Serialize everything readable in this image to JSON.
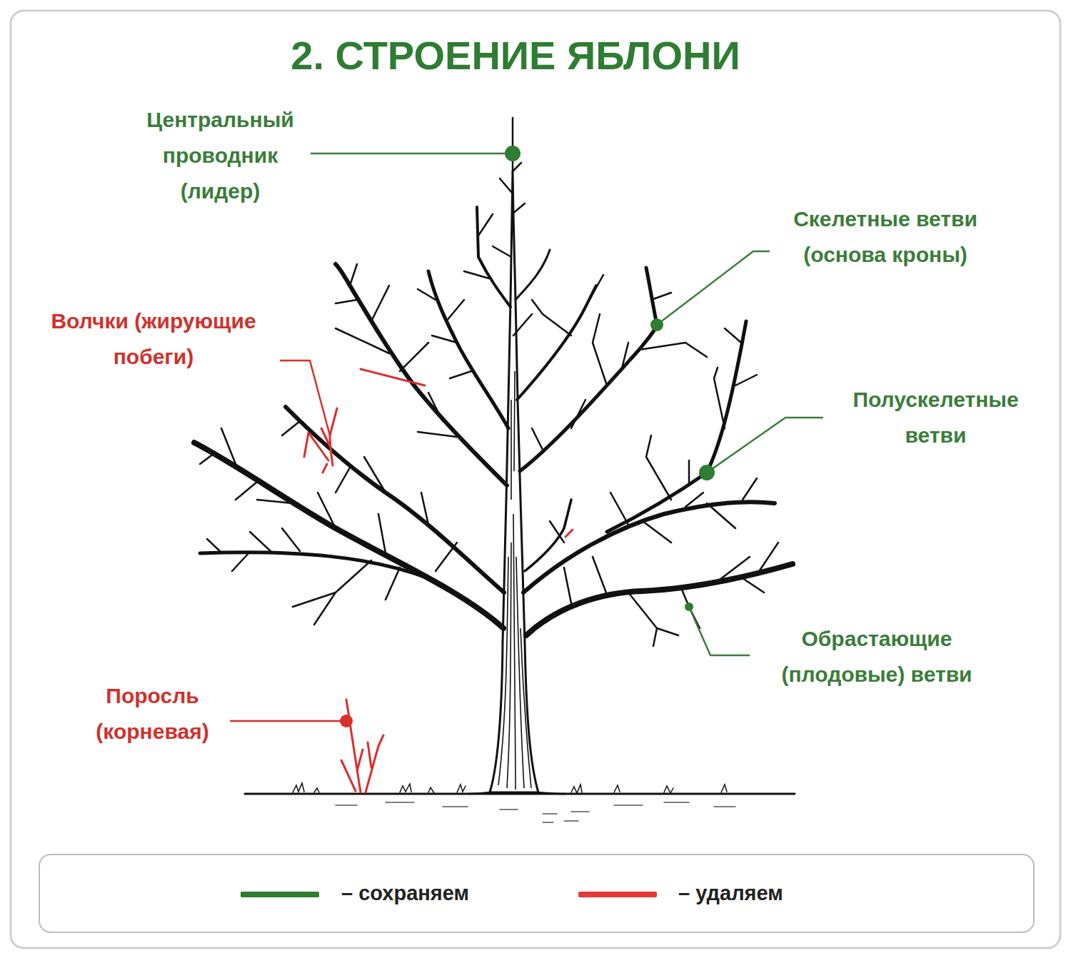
{
  "diagram": {
    "title": "2. СТРОЕНИЕ ЯБЛОНИ",
    "labels": [
      "Центральный проводник (лидер)",
      "Скелетные ветви (основа кроны)",
      "Волчки (жирующие побеги)",
      "Полускелетные ветви",
      "Обрастающие (плодовые) ветви",
      "Поросль (корневая)"
    ],
    "legend": [
      {
        "text": "– сохраняем",
        "color": "#2e7d32"
      },
      {
        "text": "– удаляем",
        "color": "#e53935"
      }
    ]
  }
}
